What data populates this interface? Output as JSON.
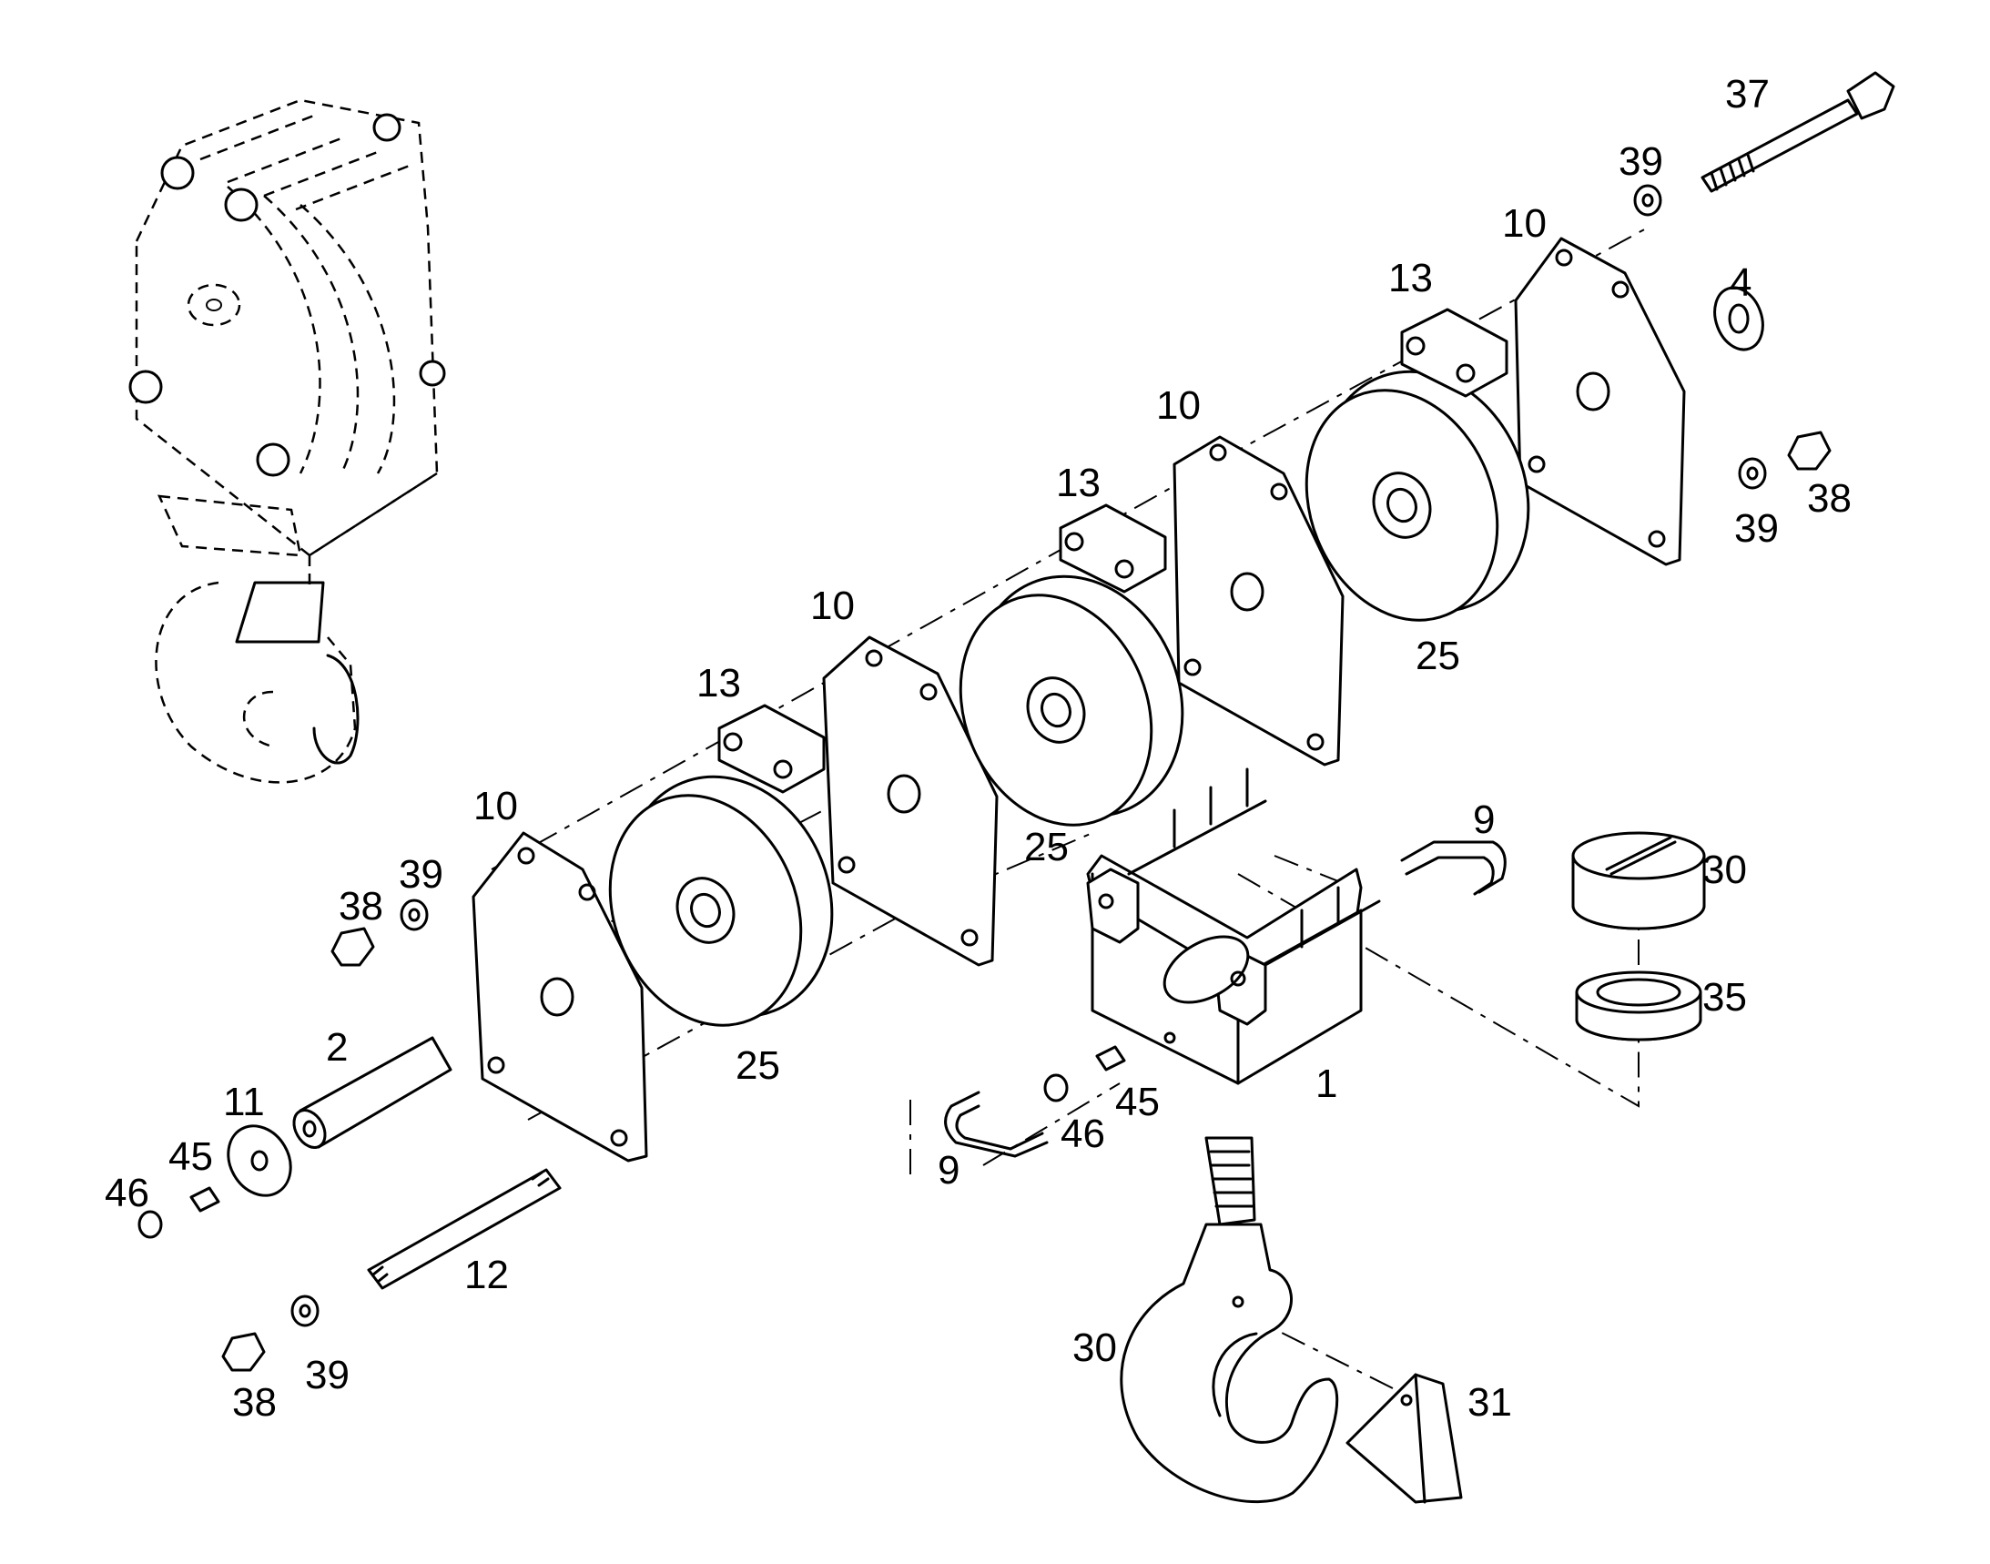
{
  "diagram": {
    "labels": {
      "l1": "1",
      "l2": "2",
      "l4": "4",
      "l9a": "9",
      "l9b": "9",
      "l10a": "10",
      "l10b": "10",
      "l10c": "10",
      "l10d": "10",
      "l11": "11",
      "l12": "12",
      "l13a": "13",
      "l13b": "13",
      "l13c": "13",
      "l25a": "25",
      "l25b": "25",
      "l25c": "25",
      "l30a": "30",
      "l30b": "30",
      "l31": "31",
      "l35": "35",
      "l37": "37",
      "l38a": "38",
      "l38b": "38",
      "l38c": "38",
      "l39a": "39",
      "l39b": "39",
      "l39c": "39",
      "l39d": "39",
      "l45a": "45",
      "l45b": "45",
      "l46a": "46",
      "l46b": "46"
    }
  }
}
